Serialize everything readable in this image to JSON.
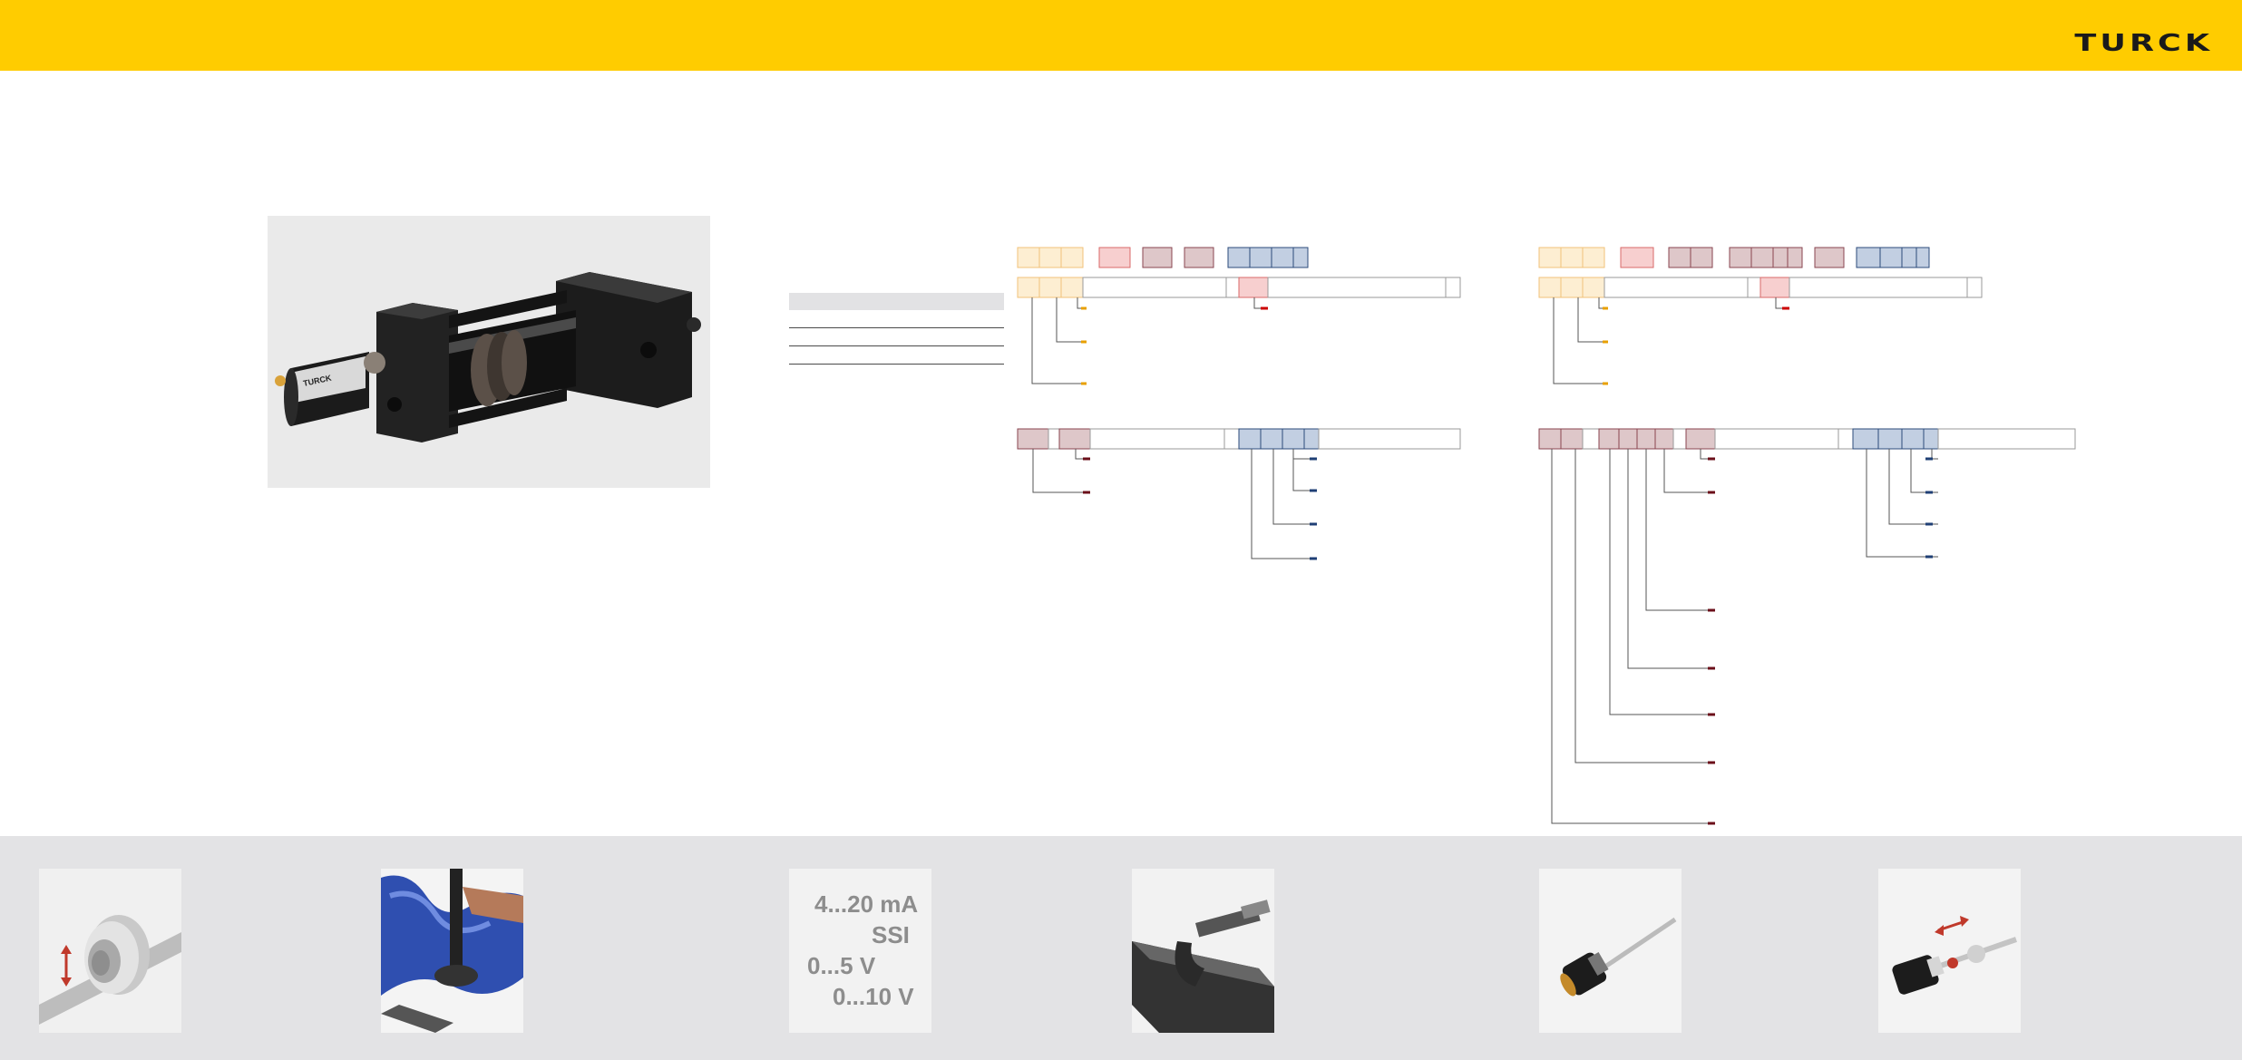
{
  "brand": {
    "logo_text": "TURCK",
    "header_color": "#ffcc00"
  },
  "colors": {
    "yellow_box_fill": "#fdeed2",
    "yellow_box_stroke": "#f1c27a",
    "yellow_tick": "#e8a000",
    "red_box_fill": "#f7cfcf",
    "red_box_stroke": "#d96a6a",
    "red_tick": "#cc0000",
    "mauve_box_fill": "#dec7c9",
    "mauve_box_stroke": "#8a4650",
    "mauve_tick": "#6b0f1a",
    "blue_box_fill": "#c2cfe2",
    "blue_box_stroke": "#2c4b7b",
    "blue_tick": "#1f3f75",
    "footer_background": "#e3e3e5"
  },
  "product_image": {
    "icon": "magnetostrictive-linear-position-sensor-in-hydraulic-cylinder"
  },
  "feature_tiles": [
    {
      "icon": "position-magnet-ring-icon"
    },
    {
      "icon": "hydraulic-cylinder-cutaway-icon"
    },
    {
      "icon": "output-signals-icon",
      "signals": [
        "4...20 mA",
        "SSI",
        "0...5 V",
        "0...10 V"
      ]
    },
    {
      "icon": "micrometer-resolution-icon"
    },
    {
      "icon": "rod-sensor-icon"
    },
    {
      "icon": "floating-magnet-sensor-icon"
    }
  ]
}
